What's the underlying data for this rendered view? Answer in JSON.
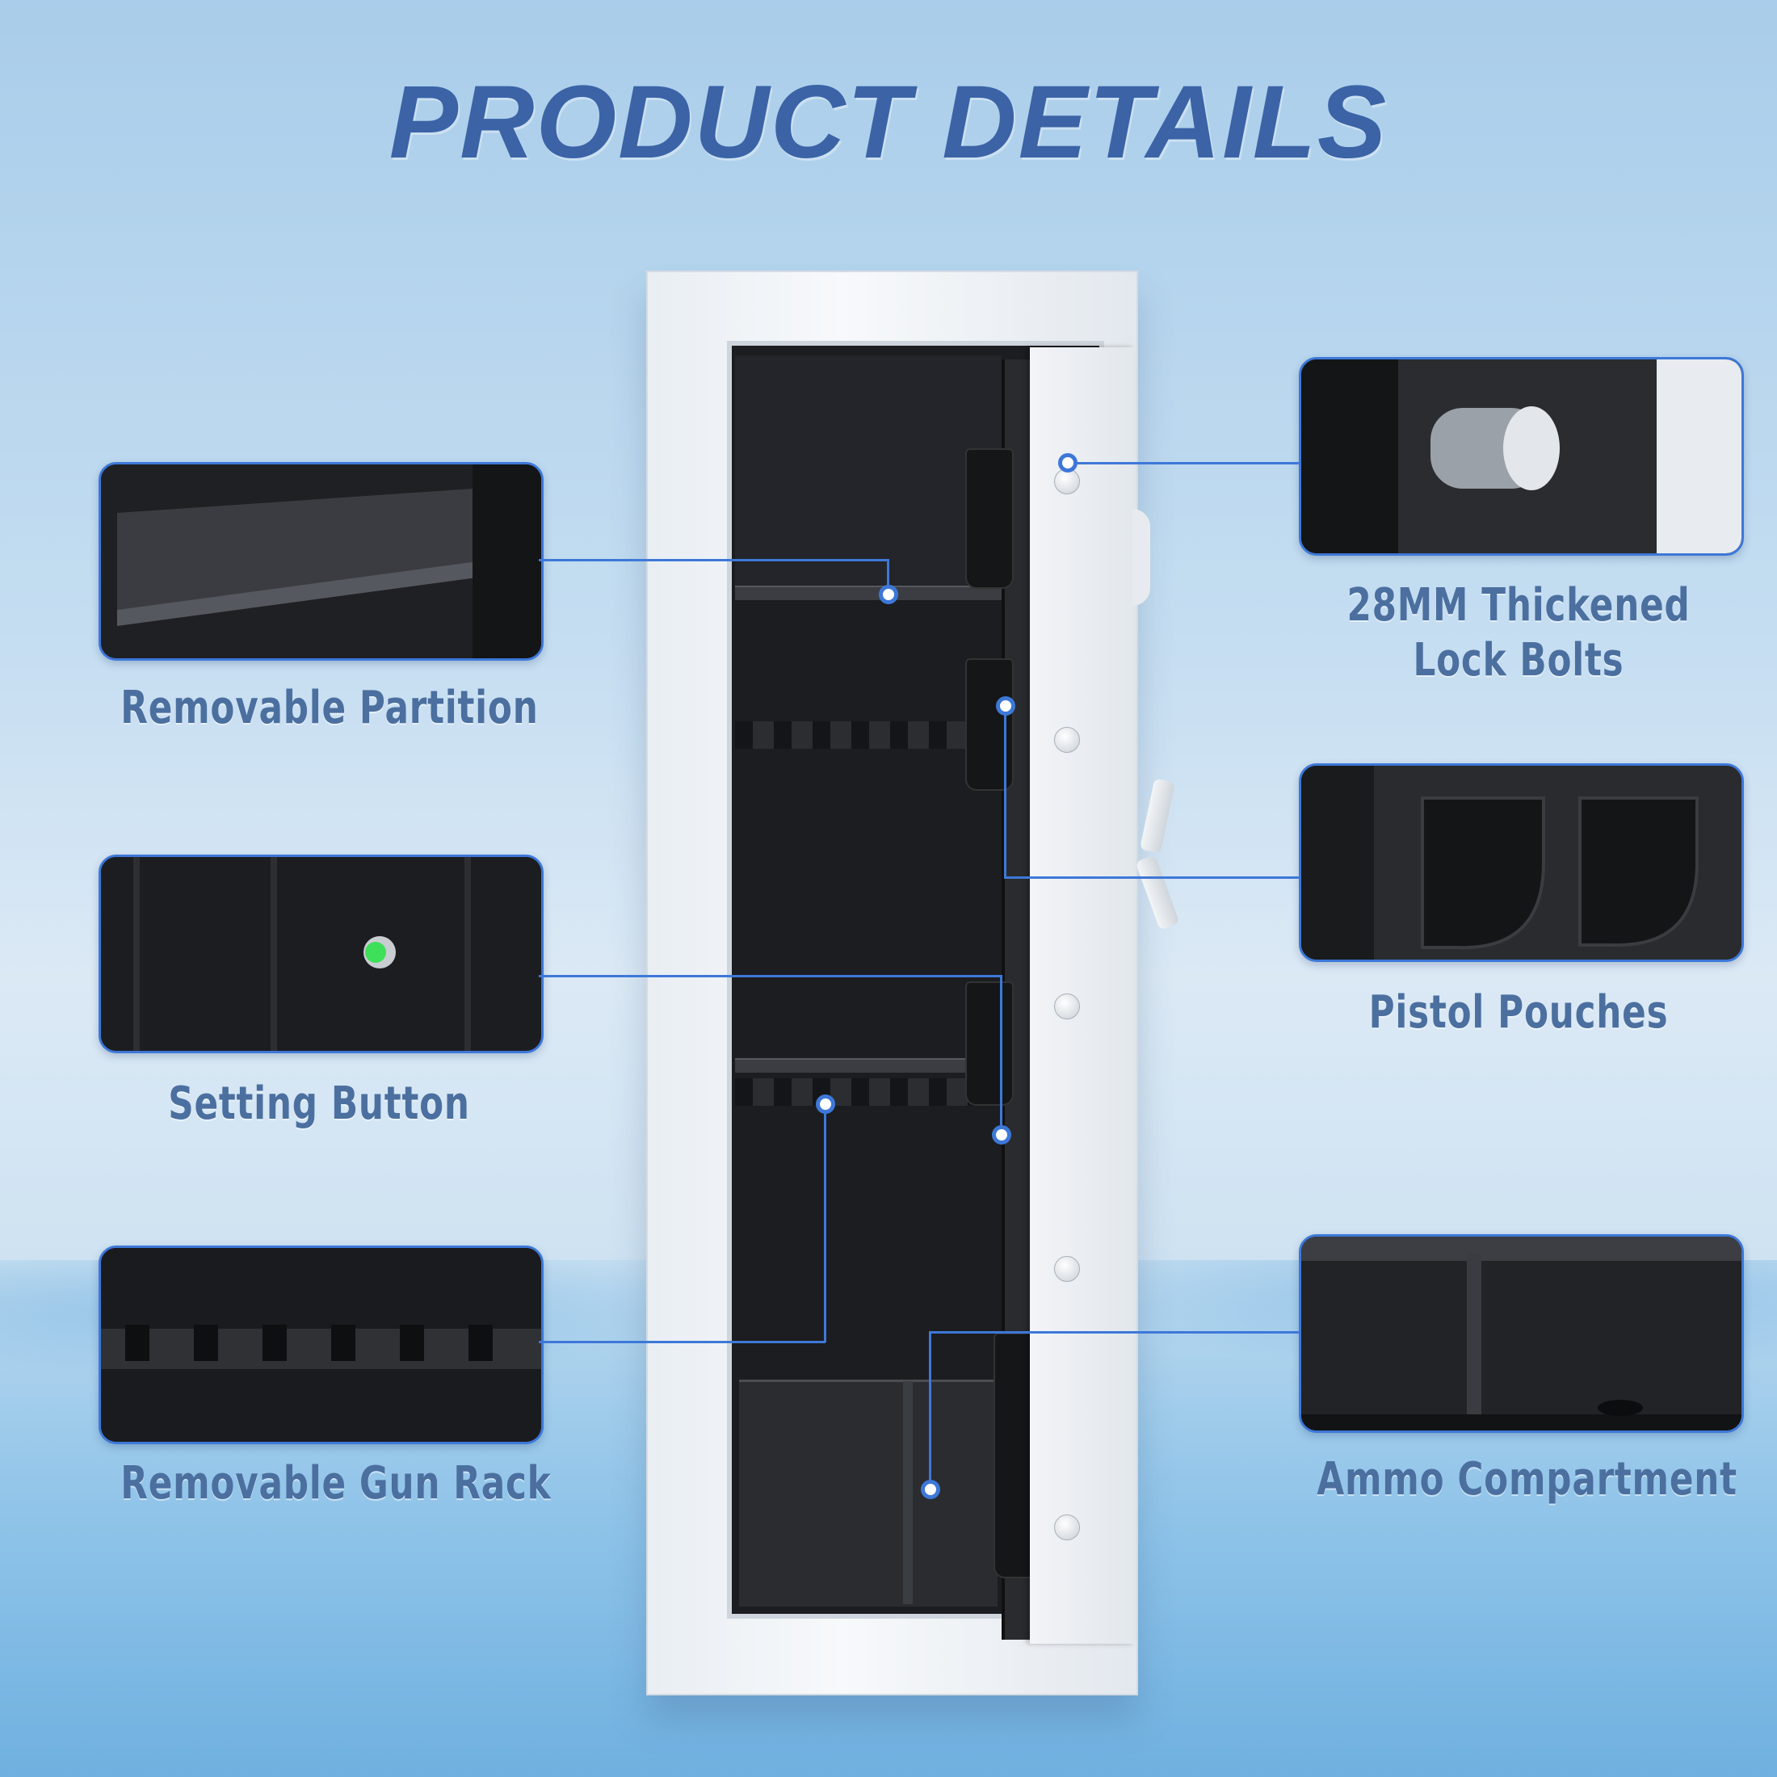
{
  "title": "PRODUCT DETAILS",
  "features": {
    "removable_partition": "Removable Partition",
    "setting_button": "Setting Button",
    "removable_gun_rack": "Removable Gun Rack",
    "lock_bolts_line1": "28MM Thickened",
    "lock_bolts_line2": "Lock Bolts",
    "pistol_pouches": "Pistol Pouches",
    "ammo_compartment": "Ammo Compartment"
  },
  "colors": {
    "title": "#3b63a6",
    "accent_line": "#3d78d8",
    "label": "#4b6f9f",
    "setting_button_light": "#3ee05a"
  }
}
